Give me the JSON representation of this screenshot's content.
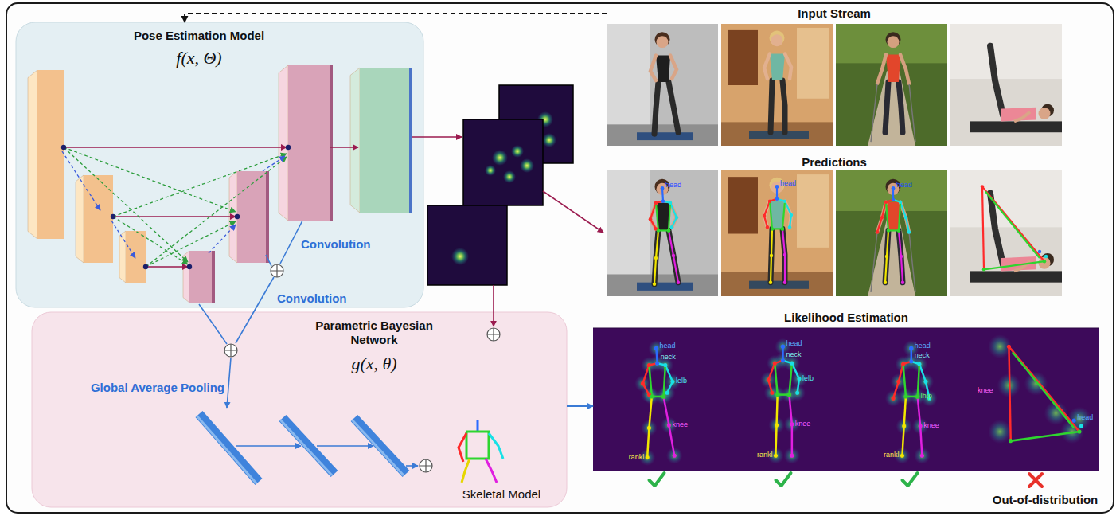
{
  "diagram": {
    "nodes": [
      {
        "text": [
          "Pose Estimation Model",
          "f(x, Θ)"
        ]
      },
      {
        "text": [
          "Input Stream"
        ]
      },
      {
        "text": [
          "Predictions"
        ]
      },
      {
        "text": [
          "Likelihood Estimation"
        ]
      },
      {
        "text": [
          "Parametric Bayesian Network",
          "g(x, θ)"
        ]
      },
      {
        "text": [
          "Skeletal Model"
        ],
        "in": 4
      }
    ],
    "edges": [
      {
        "from": 1,
        "to": 0,
        "arrow": "to"
      },
      {
        "from": 4,
        "to": 3,
        "arrow": "to"
      }
    ],
    "labels": [
      "Convolution",
      "Convolution",
      "Global Average Pooling",
      "head",
      "head",
      "head",
      "head",
      "neck",
      "lelb",
      "knee",
      "rankl",
      "head",
      "neck",
      "lelb",
      "knee",
      "rankl",
      "head",
      "neck",
      "lhip",
      "knee",
      "rankl",
      "head",
      "knee",
      "Out-of-distribution"
    ]
  }
}
